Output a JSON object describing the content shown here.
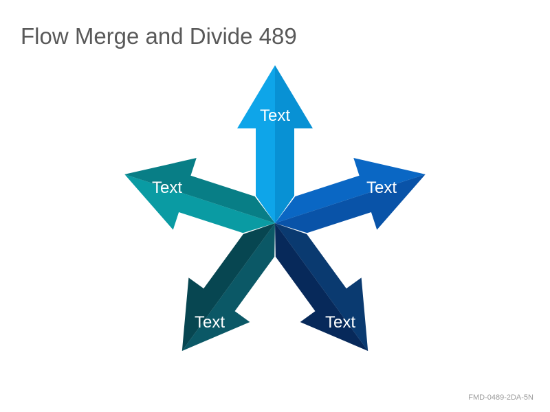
{
  "title": "Flow Merge and Divide 489",
  "arrows": [
    {
      "label": "Text",
      "color_light": "#0ea5e9",
      "color_dark": "#0891d4"
    },
    {
      "label": "Text",
      "color_light": "#0a67c4",
      "color_dark": "#0953a8"
    },
    {
      "label": "Text",
      "color_light": "#0a3a70",
      "color_dark": "#07295a"
    },
    {
      "label": "Text",
      "color_light": "#0b5866",
      "color_dark": "#074651"
    },
    {
      "label": "Text",
      "color_light": "#0a9ba3",
      "color_dark": "#087e86"
    }
  ],
  "footer_code": "FMD-0489-2DA-5N"
}
